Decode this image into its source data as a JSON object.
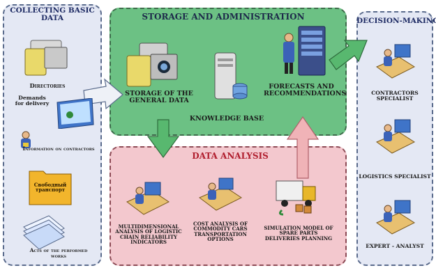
{
  "panels": {
    "collecting": {
      "title": "COLLECTING BASIC DATA"
    },
    "storage": {
      "title": "STORAGE AND ADMINISTRATION"
    },
    "analysis": {
      "title": "DATA ANALYSIS"
    },
    "decision": {
      "title": "DECISION-MAKING"
    }
  },
  "collecting_items": {
    "directories": "Directories",
    "demands": "Demands for delivery",
    "information": "Information on contractors",
    "yellow_box": "Свободный транспорт",
    "acts": "Acts of the performed works"
  },
  "storage_items": {
    "general_data": "STORAGE OF THE GENERAL DATA",
    "knowledge_base": "KNOWLEDGE BASE",
    "forecasts": "FORECASTS AND RECOMMENDATIONS"
  },
  "analysis_items": {
    "multidim": "MULTIDIMENSIONAL ANALYSIS OF LOGISTIC CHAIN RELIABILITY INDICATORS",
    "cost": "COST ANALYSIS OF COMMODITY CARS TRANSPORTATION OPTIONS",
    "simulation": "SIMULATION MODEL OF SPARE PARTS DELIVERIES PLANNING"
  },
  "decision_items": {
    "contractors": "CONTRACTORS SPECIALIST",
    "logistics": "LOGISTICS SPECIALIST",
    "expert": "EXPERT - ANALYST"
  },
  "colors": {
    "panel_side": "#e4e8f4",
    "storage_fill": "#6cc184",
    "analysis_fill": "#f3c8ce",
    "arrow_green": "#58b86f",
    "arrow_pink": "#f0b3b7",
    "arrow_white": "#eef1f7"
  },
  "icons": [
    "folder-cabinet-icon",
    "monitor-icon",
    "person-icon",
    "document-stack-icon",
    "server-icon",
    "database-icon",
    "server-rack-icon",
    "workstation-icon",
    "truck-icon"
  ]
}
